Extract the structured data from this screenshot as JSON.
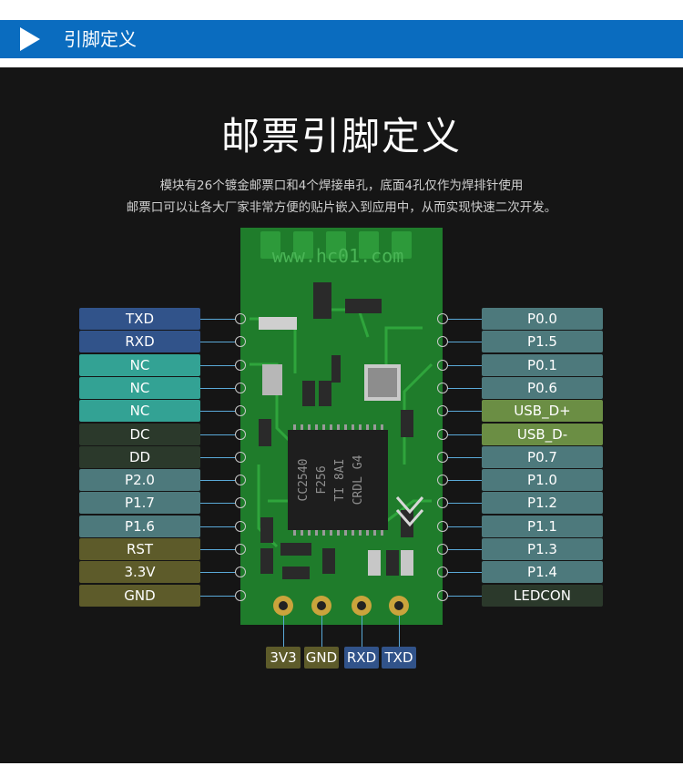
{
  "header": {
    "title": "引脚定义"
  },
  "main": {
    "title": "邮票引脚定义",
    "desc_line1": "模块有26个镀金邮票口和4个焊接串孔，底面4孔仅作为焊排针使用",
    "desc_line2": "邮票口可以让各大厂家非常方便的贴片嵌入到应用中，从而实现快速二次开发。"
  },
  "board": {
    "silk_url": "www.hc01.com",
    "chip_lines": [
      "CC2540",
      "F256",
      "TI 8AI",
      "CRDL G4"
    ]
  },
  "colors": {
    "blue": "#2f5187",
    "teal": "#34a093",
    "darkgreen": "#2c3a2c",
    "slate": "#4f7a7c",
    "olive": "#5c5c2a",
    "olivegreen": "#6c8f45",
    "banner": "#0a6cbf"
  },
  "left_pins": [
    {
      "label": "TXD",
      "color": "#31538a"
    },
    {
      "label": "RXD",
      "color": "#31538a"
    },
    {
      "label": "NC",
      "color": "#33a294"
    },
    {
      "label": "NC",
      "color": "#33a294"
    },
    {
      "label": "NC",
      "color": "#33a294"
    },
    {
      "label": "DC",
      "color": "#2b392b"
    },
    {
      "label": "DD",
      "color": "#2b392b"
    },
    {
      "label": "P2.0",
      "color": "#4d797c"
    },
    {
      "label": "P1.7",
      "color": "#4d797c"
    },
    {
      "label": "P1.6",
      "color": "#4d797c"
    },
    {
      "label": "RST",
      "color": "#5d5b2a"
    },
    {
      "label": "3.3V",
      "color": "#5d5b2a"
    },
    {
      "label": "GND",
      "color": "#5d5b2a"
    }
  ],
  "right_pins": [
    {
      "label": "P0.0",
      "color": "#4d797c"
    },
    {
      "label": "P1.5",
      "color": "#4d797c"
    },
    {
      "label": "P0.1",
      "color": "#4d797c"
    },
    {
      "label": "P0.6",
      "color": "#4d797c"
    },
    {
      "label": "USB_D+",
      "color": "#6b8e44"
    },
    {
      "label": "USB_D-",
      "color": "#6b8e44"
    },
    {
      "label": "P0.7",
      "color": "#4d797c"
    },
    {
      "label": "P1.0",
      "color": "#4d797c"
    },
    {
      "label": "P1.2",
      "color": "#4d797c"
    },
    {
      "label": "P1.1",
      "color": "#4d797c"
    },
    {
      "label": "P1.3",
      "color": "#4d797c"
    },
    {
      "label": "P1.4",
      "color": "#4d797c"
    },
    {
      "label": "LEDCON",
      "color": "#2b392b"
    }
  ],
  "bottom_pins": [
    {
      "label": "3V3",
      "color": "#5d5b2a"
    },
    {
      "label": "GND",
      "color": "#5d5b2a"
    },
    {
      "label": "RXD",
      "color": "#31538a"
    },
    {
      "label": "TXD",
      "color": "#31538a"
    }
  ]
}
